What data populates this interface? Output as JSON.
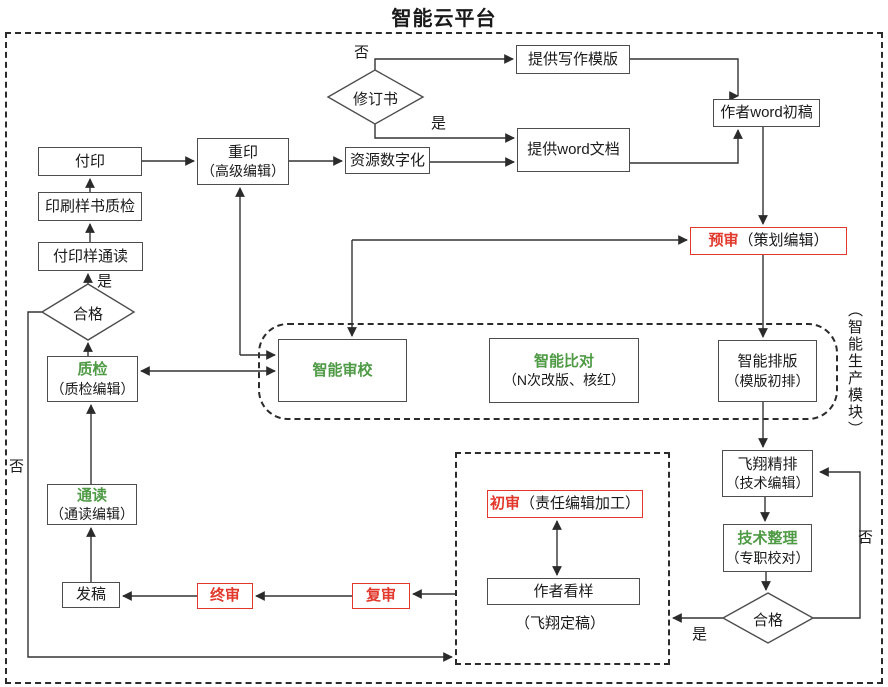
{
  "title": "智能云平台",
  "colors": {
    "accent_red": "#e2382b",
    "accent_green": "#4f9a45",
    "line": "#333333"
  },
  "labels": {
    "yes": "是",
    "no": "否",
    "module_vertical": "（智能生产模块）",
    "feixiang_caption": "（飞翔定稿）"
  },
  "nodes": {
    "fuyin": {
      "text": "付印"
    },
    "yinshua_zhijian": {
      "text": "印刷样书质检"
    },
    "fuyinyang_tongdu": {
      "text": "付印样通读"
    },
    "hege_left": {
      "text": "合格"
    },
    "zhijian": {
      "line1": "质检",
      "line2": "（质检编辑）"
    },
    "tongdu": {
      "line1": "通读",
      "line2": "（通读编辑）"
    },
    "fagao": {
      "text": "发稿"
    },
    "zhongshen": {
      "text": "终审"
    },
    "fushen": {
      "text": "复审"
    },
    "chongyin": {
      "line1": "重印",
      "line2": "（高级编辑）"
    },
    "ziyuan_shuzihua": {
      "text": "资源数字化"
    },
    "xiuding_shu": {
      "text": "修订书"
    },
    "tigong_xiezuo": {
      "text": "提供写作模版"
    },
    "tigong_word": {
      "text": "提供word文档"
    },
    "zuozhe_word": {
      "text": "作者word初稿"
    },
    "yushen": {
      "accent": "预审",
      "rest": "（策划编辑）"
    },
    "zhineng_shenjiao": {
      "text": "智能审校"
    },
    "zhineng_bidui": {
      "line1": "智能比对",
      "line2": "（N次改版、核红）"
    },
    "zhineng_paiban": {
      "line1": "智能排版",
      "line2": "（模版初排）"
    },
    "feixiang_jingpai": {
      "line1": "飞翔精排",
      "line2": "（技术编辑）"
    },
    "jishu_zhengli": {
      "line1": "技术整理",
      "line2": "（专职校对）"
    },
    "hege_right": {
      "text": "合格"
    },
    "chushen": {
      "accent": "初审",
      "rest": "（责任编辑加工）"
    },
    "zuozhe_kanyang": {
      "text": "作者看样"
    }
  }
}
